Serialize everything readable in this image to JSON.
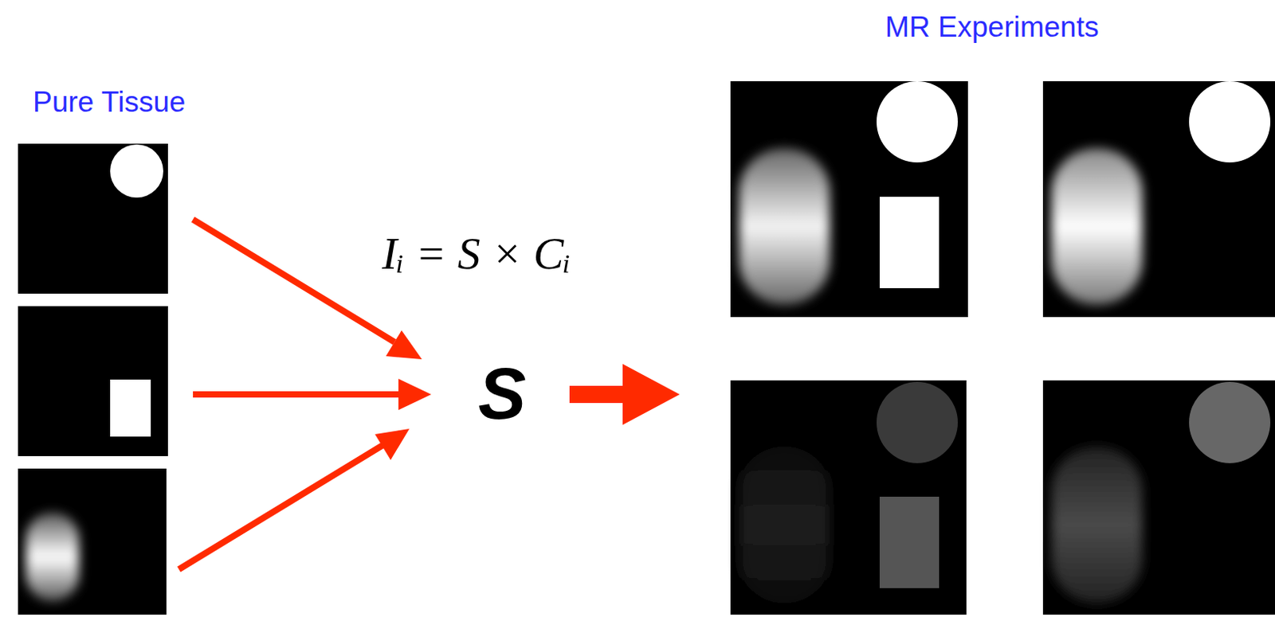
{
  "diagram": {
    "labels": [
      "Pure Tissue",
      "MR Experiments",
      "Iᵢ = S × Cᵢ",
      "S"
    ]
  }
}
